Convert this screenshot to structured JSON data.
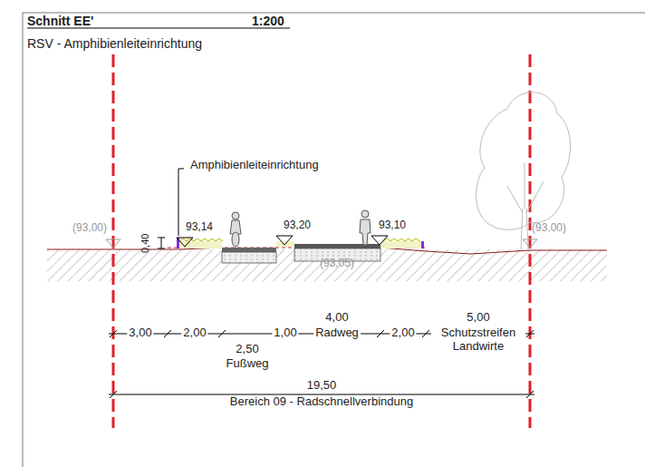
{
  "diagram": {
    "title": "Schnitt EE'",
    "labels": [
      "1:200",
      "RSV - Amphibienleiteinrichtung",
      "Amphibienleiteinrichtung",
      "(93,00)",
      "93,14",
      "93,20",
      "93,10",
      "(93,00)",
      "0,40",
      "(93,05)",
      "3,00",
      "2,00",
      "2,50",
      "Fußweg",
      "1,00",
      "4,00",
      "Radweg",
      "2,00",
      "5,00",
      "Schutzstreifen Landwirte",
      "19,50",
      "Bereich 09 - Radschnellverbindung"
    ]
  }
}
